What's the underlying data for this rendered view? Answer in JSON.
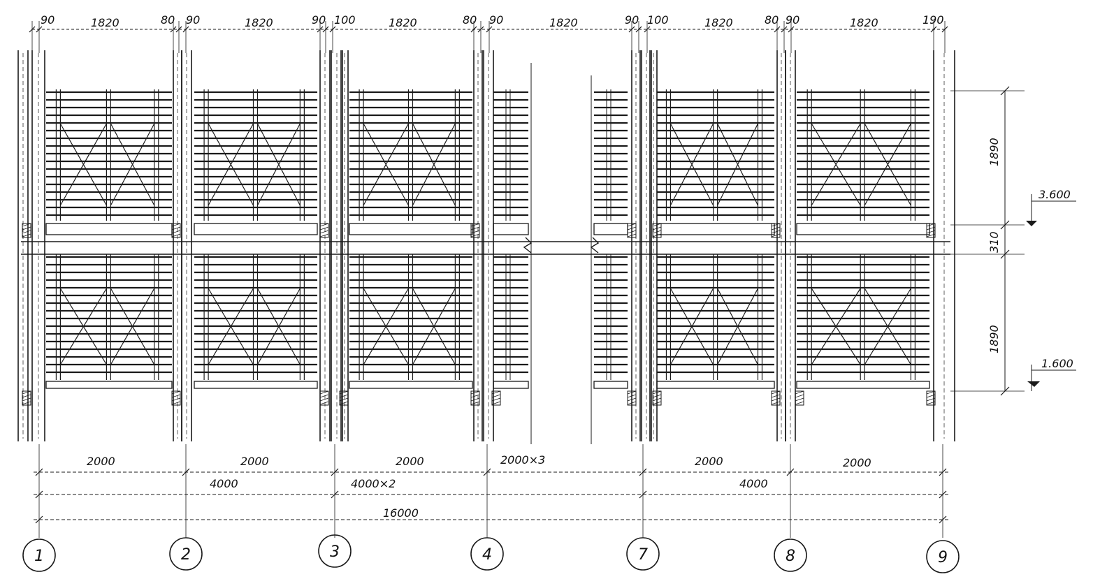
{
  "top_dimensions": [
    "90",
    "1820",
    "80",
    "90",
    "1820",
    "90",
    "100",
    "1820",
    "80",
    "90",
    "1820",
    "90",
    "100",
    "1820",
    "80",
    "90",
    "1820",
    "190"
  ],
  "bottom_dimensions": {
    "row1": [
      "2000",
      "2000",
      "2000",
      "2000×3",
      "2000",
      "2000"
    ],
    "row2": [
      "4000",
      "4000×2",
      "4000"
    ],
    "row3": [
      "16000"
    ]
  },
  "axes": [
    "1",
    "2",
    "3",
    "4",
    "7",
    "8",
    "9"
  ],
  "side_dimensions": [
    "1890",
    "310",
    "1890"
  ],
  "elevations": [
    "3.600",
    "1.600"
  ]
}
